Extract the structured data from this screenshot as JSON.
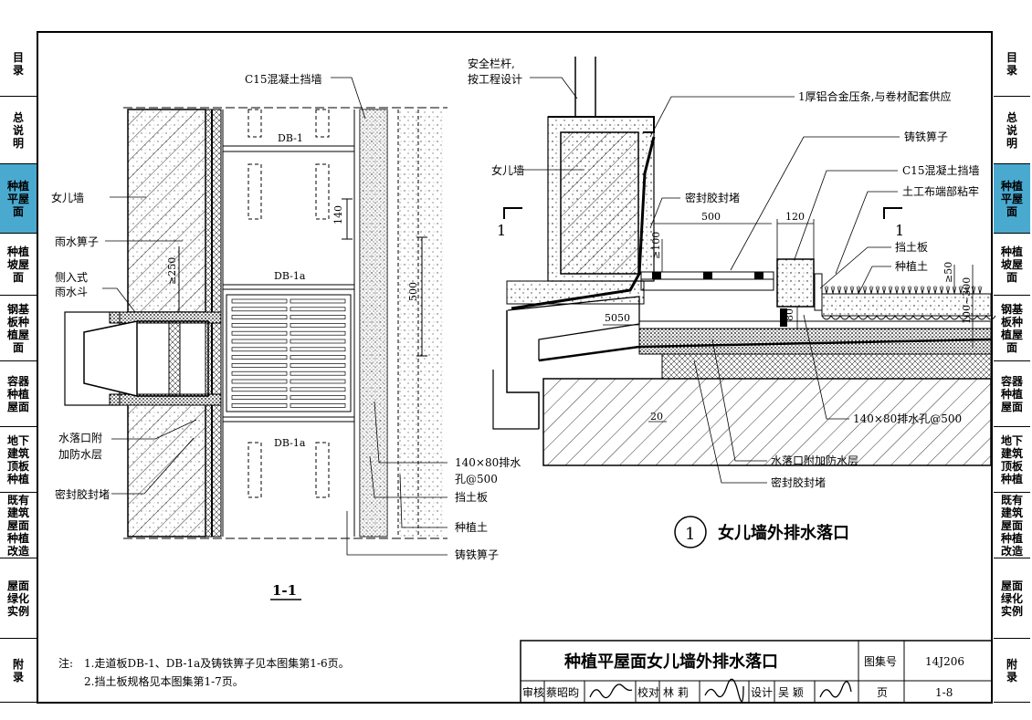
{
  "nav_tabs": [
    "目录",
    "总说明",
    "种植平屋面",
    "种植坡屋面",
    "钢基板种植屋面",
    "容器种植屋面",
    "地下建筑顶板种植",
    "既有建筑屋面种植改造",
    "屋面绿化实例",
    "附录"
  ],
  "active_tab": "种植平屋面",
  "left_drawing": {
    "labels": {
      "c15": "C15混凝土挡墙",
      "db1": "DB-1",
      "db1a_top": "DB-1a",
      "db1a_bottom": "DB-1a",
      "parapet": "女儿墙",
      "grate": "雨水箅子",
      "side_drain_1": "侧入式",
      "side_drain_2": "雨水斗",
      "extra_wp_1": "水落口附",
      "extra_wp_2": "加防水层",
      "sealant": "密封胶封堵",
      "hole_1": "140×80排水",
      "hole_2": "孔@500",
      "retaining_board": "挡土板",
      "planting_soil": "种植土",
      "cast_grate": "铸铁箅子"
    },
    "dims": {
      "d140": "140",
      "d500": "500",
      "d250": "≥250"
    },
    "section_title": "1-1"
  },
  "right_drawing": {
    "labels": {
      "railing_1": "安全栏杆,",
      "railing_2": "按工程设计",
      "al_strip": "1厚铝合金压条,与卷材配套供应",
      "cast_grate": "铸铁箅子",
      "c15": "C15混凝土挡墙",
      "geotextile": "土工布端部粘牢",
      "parapet": "女儿墙",
      "sealant_top": "密封胶封堵",
      "retaining_board": "挡土板",
      "planting_soil": "种植土",
      "hole": "140×80排水孔@500",
      "extra_wp": "水落口附加防水层",
      "sealant_bottom": "密封胶封堵",
      "sec_mark_left": "1",
      "sec_mark_right": "1"
    },
    "dims": {
      "d500": "500",
      "d120": "120",
      "d100": "≥100",
      "d50a": "50",
      "d50b": "50",
      "d80": "80",
      "d20": "20",
      "d50c": "≥50",
      "d100_300": "100~300"
    },
    "detail_number": "1",
    "detail_title": "女儿墙外排水落口"
  },
  "notes": {
    "prefix": "注:",
    "n1": "1.走道板DB-1、DB-1a及铸铁箅子见本图集第1-6页。",
    "n2": "2.挡土板规格见本图集第1-7页。"
  },
  "title_block": {
    "title": "种植平屋面女儿墙外排水落口",
    "atlas_label": "图集号",
    "atlas_no": "14J206",
    "review_label": "审核",
    "reviewer": "蔡昭昀",
    "check_label": "校对",
    "checker": "林 莉",
    "design_label": "设计",
    "designer": "吴 颖",
    "page_label": "页",
    "page_no": "1-8"
  }
}
